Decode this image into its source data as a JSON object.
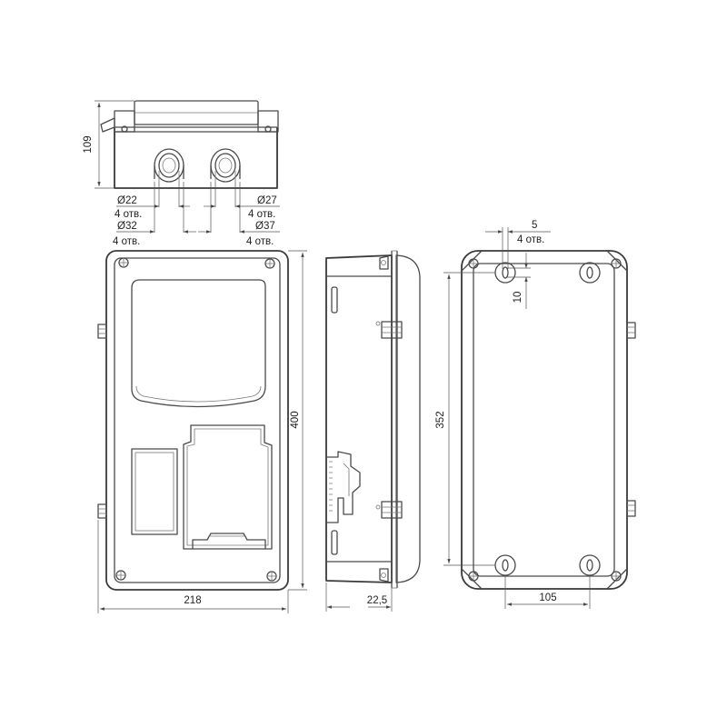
{
  "labels": {
    "height_109": "109",
    "hole_d22": "Ø22",
    "hole_d22_count": "4 отв.",
    "hole_d32": "Ø32",
    "hole_d32_count": "4 отв.",
    "hole_d27": "Ø27",
    "hole_d27_count": "4 отв.",
    "hole_d37": "Ø37",
    "hole_d37_count": "4 отв.",
    "height_400": "400",
    "width_218": "218",
    "depth_22_5": "22,5",
    "mount_5": "5",
    "mount_4holes": "4 отв.",
    "mount_10": "10",
    "height_352": "352",
    "width_105": "105"
  }
}
